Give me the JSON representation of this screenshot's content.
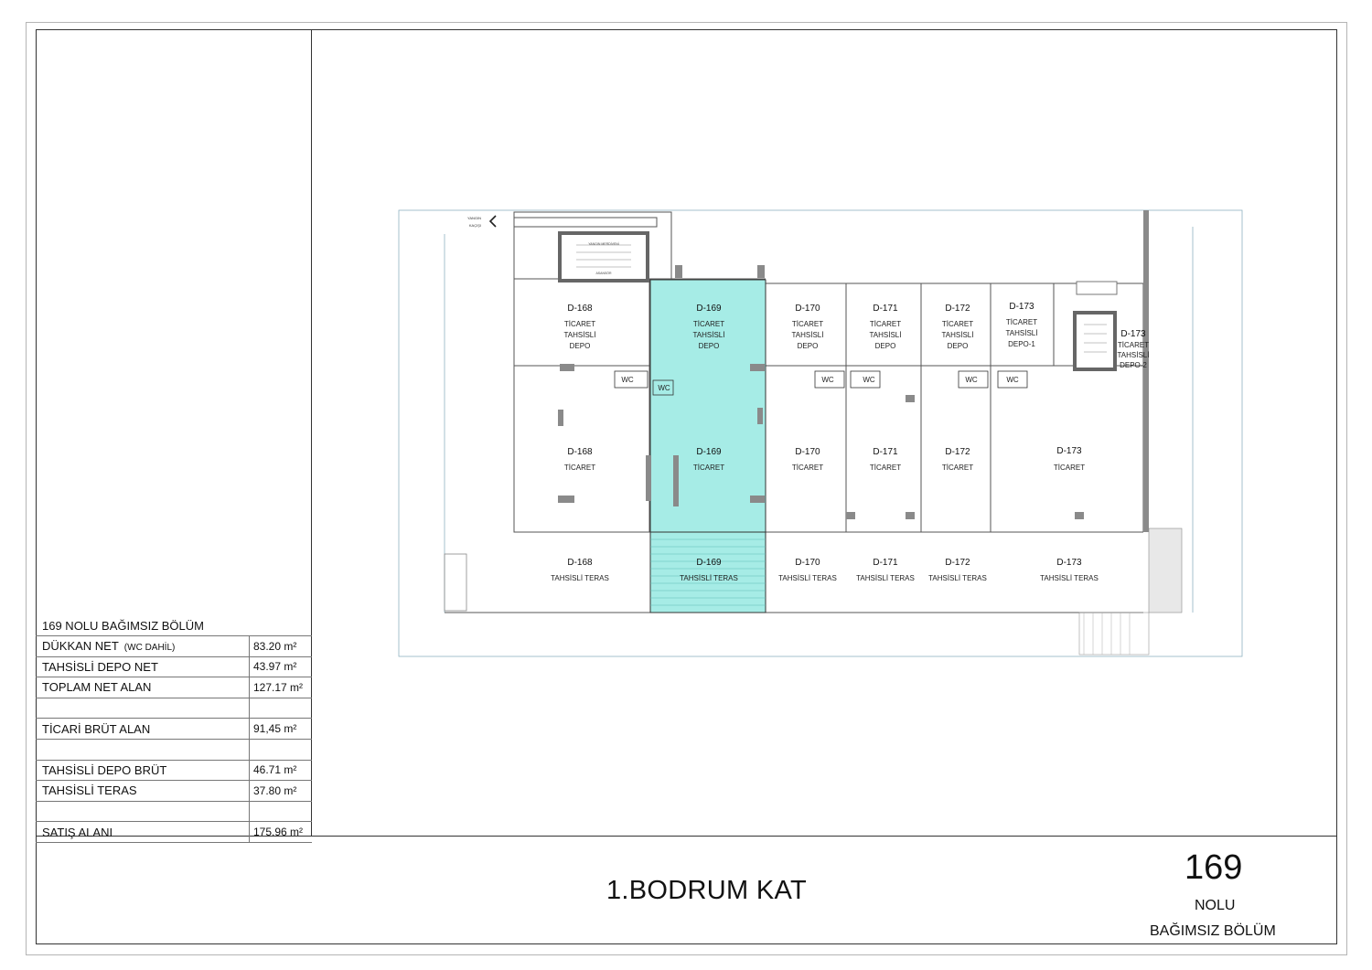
{
  "table": {
    "title": "169 NOLU BAĞIMSIZ BÖLÜM",
    "rows": [
      {
        "label": "DÜKKAN NET",
        "note": "(WC DAHİL)",
        "value": "83.20 m²"
      },
      {
        "label": "TAHSİSLİ DEPO NET",
        "note": "",
        "value": "43.97 m²"
      },
      {
        "label": "TOPLAM NET ALAN",
        "note": "",
        "value": "127.17 m²"
      },
      {
        "label": "",
        "note": "",
        "value": ""
      },
      {
        "label": "TİCARİ BRÜT ALAN",
        "note": "",
        "value": "91,45 m²"
      },
      {
        "label": "",
        "note": "",
        "value": ""
      },
      {
        "label": "TAHSİSLİ DEPO BRÜT",
        "note": "",
        "value": "46.71 m²"
      },
      {
        "label": "TAHSİSLİ TERAS",
        "note": "",
        "value": "37.80 m²"
      },
      {
        "label": "",
        "note": "",
        "value": ""
      },
      {
        "label": "SATIŞ ALANI",
        "note": "",
        "value": "175.96 m²"
      }
    ]
  },
  "floor_title": "1.BODRUM KAT",
  "unit": {
    "number": "169",
    "line1": "NOLU",
    "line2": "BAĞIMSIZ BÖLÜM"
  },
  "plan": {
    "exit_label_1": "YANGIN",
    "exit_label_2": "KAÇIŞI",
    "stair_label_1": "YANGIN MERDİVENİ",
    "stair_label_2": "ASANSÖR",
    "wc": "WC",
    "highlight_color": "#a6ece6",
    "depo": [
      {
        "id": "D-168",
        "l1": "TİCARET",
        "l2": "TAHSİSLİ",
        "l3": "DEPO"
      },
      {
        "id": "D-169",
        "l1": "TİCARET",
        "l2": "TAHSİSLİ",
        "l3": "DEPO"
      },
      {
        "id": "D-170",
        "l1": "TİCARET",
        "l2": "TAHSİSLİ",
        "l3": "DEPO"
      },
      {
        "id": "D-171",
        "l1": "TİCARET",
        "l2": "TAHSİSLİ",
        "l3": "DEPO"
      },
      {
        "id": "D-172",
        "l1": "TİCARET",
        "l2": "TAHSİSLİ",
        "l3": "DEPO"
      },
      {
        "id": "D-173",
        "l1": "TİCARET",
        "l2": "TAHSİSLİ",
        "l3": "DEPO-1"
      },
      {
        "id": "D-173",
        "l1": "TİCARET",
        "l2": "TAHSİSLİ",
        "l3": "DEPO-2"
      }
    ],
    "shops": [
      {
        "id": "D-168",
        "label": "TİCARET"
      },
      {
        "id": "D-169",
        "label": "TİCARET"
      },
      {
        "id": "D-170",
        "label": "TİCARET"
      },
      {
        "id": "D-171",
        "label": "TİCARET"
      },
      {
        "id": "D-172",
        "label": "TİCARET"
      },
      {
        "id": "D-173",
        "label": "TİCARET"
      }
    ],
    "terraces": [
      {
        "id": "D-168",
        "label": "TAHSİSLİ TERAS"
      },
      {
        "id": "D-169",
        "label": "TAHSİSLİ TERAS"
      },
      {
        "id": "D-170",
        "label": "TAHSİSLİ TERAS"
      },
      {
        "id": "D-171",
        "label": "TAHSİSLİ TERAS"
      },
      {
        "id": "D-172",
        "label": "TAHSİSLİ TERAS"
      },
      {
        "id": "D-173",
        "label": "TAHSİSLİ TERAS"
      }
    ]
  }
}
